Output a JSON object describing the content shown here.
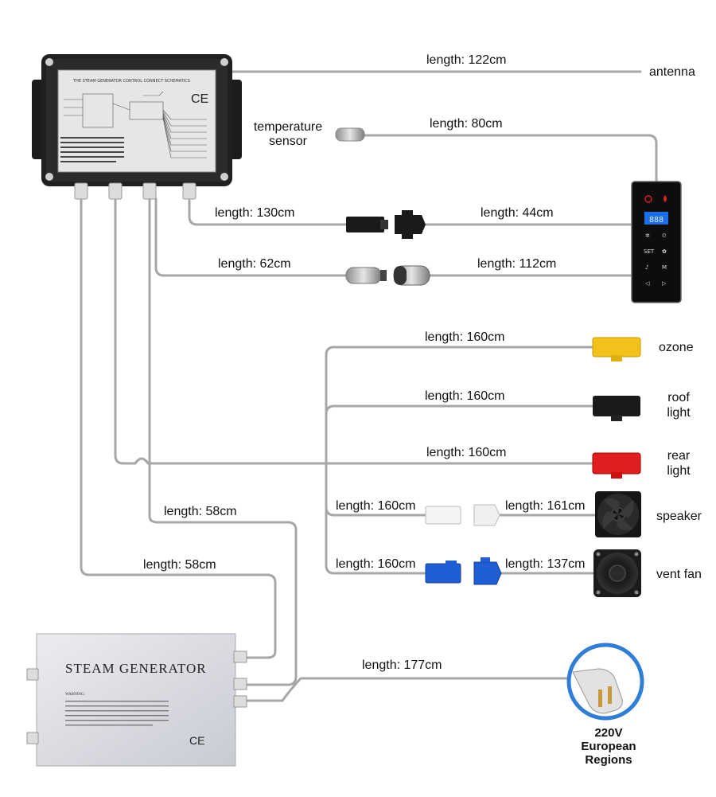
{
  "control_box": {
    "schematic_title": "THE STEAM GENERATOR CONTROL CONNECT SCHEMATICS",
    "ce_mark": "CE"
  },
  "steam_generator": {
    "title": "STEAM  GENERATOR",
    "warning_title": "WARNING:",
    "ce_mark": "CE"
  },
  "lengths": {
    "antenna": "length: 122cm",
    "sensor": "length: 80cm",
    "panel_a_left": "length: 130cm",
    "panel_a_right": "length: 44cm",
    "panel_b_left": "length: 62cm",
    "panel_b_right": "length: 112cm",
    "ozone": "length: 160cm",
    "roof_light": "length: 160cm",
    "rear_light": "length: 160cm",
    "speaker_left": "length: 160cm",
    "speaker_right": "length: 161cm",
    "fan_left": "length: 160cm",
    "fan_right": "length: 137cm",
    "gen_link_1": "length: 58cm",
    "gen_link_2": "length: 58cm",
    "power": "length: 177cm"
  },
  "components": {
    "antenna": "antenna",
    "temperature_sensor_1": "temperature",
    "temperature_sensor_2": "sensor",
    "ozone": "ozone",
    "roof_light_1": "roof",
    "roof_light_2": "light",
    "rear_light_1": "rear",
    "rear_light_2": "light",
    "speaker": "speaker",
    "vent_fan": "vent fan",
    "power_1": "220V",
    "power_2": "European",
    "power_3": "Regions"
  },
  "control_panel": {
    "display": "888"
  },
  "colors": {
    "wire": "#a7a7a7",
    "ozone_connector": "#f2c21a",
    "roof_light_connector": "#1a1a1a",
    "rear_light_connector": "#e02020",
    "fan_connector": "#1f5fd6",
    "plug_ring": "#2e7dd6",
    "panel_display": "#1a6fe8"
  }
}
